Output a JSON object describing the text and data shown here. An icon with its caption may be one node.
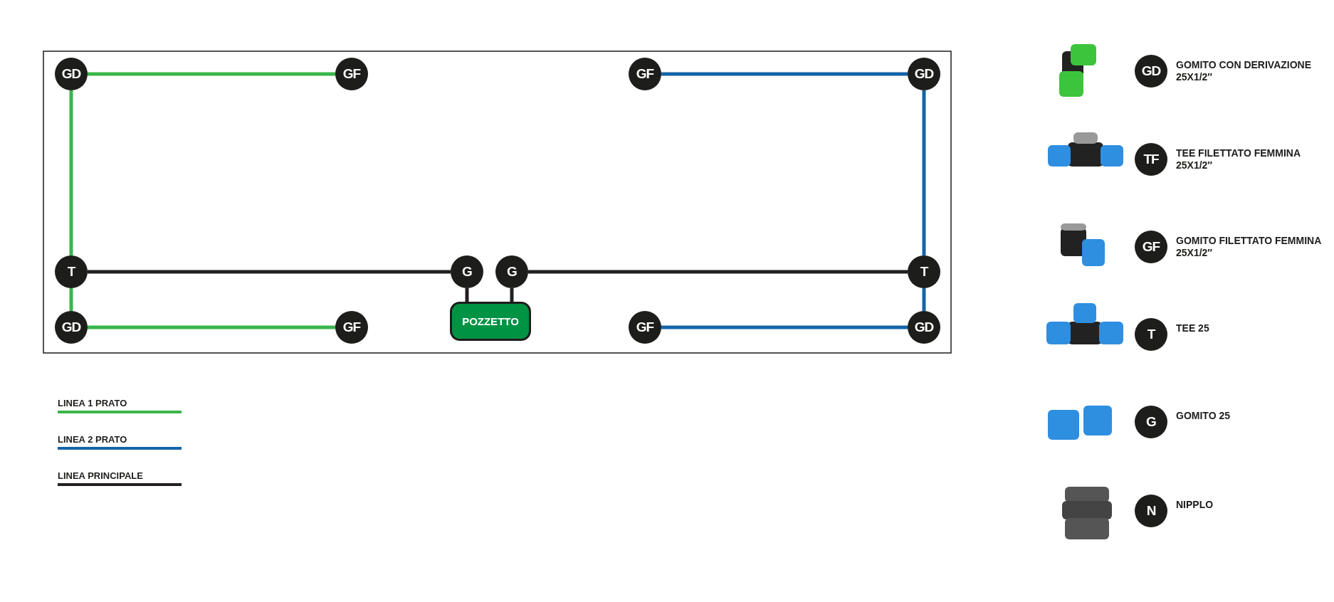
{
  "diagram": {
    "nodes": [
      {
        "text": [
          "GD"
        ]
      },
      {
        "text": [
          "GF"
        ]
      },
      {
        "text": [
          "GF"
        ]
      },
      {
        "text": [
          "GD"
        ]
      },
      {
        "text": [
          "T"
        ]
      },
      {
        "text": [
          "G"
        ]
      },
      {
        "text": [
          "G"
        ]
      },
      {
        "text": [
          "T"
        ]
      },
      {
        "text": [
          "GD"
        ]
      },
      {
        "text": [
          "GF"
        ]
      },
      {
        "text": [
          "POZZETTO"
        ]
      },
      {
        "text": [
          "GF"
        ]
      },
      {
        "text": [
          "GD"
        ]
      },
      {
        "text": [
          "GD"
        ],
        "beside": [
          "GOMITO CON DERIVAZIONE 25X1/2″"
        ]
      },
      {
        "text": [
          "TF"
        ],
        "beside": [
          "TEE FILETTATO FEMMINA 25X1/2″"
        ]
      },
      {
        "text": [
          "GF"
        ],
        "beside": [
          "GOMITO FILETTATO FEMMINA 25X1/2″"
        ]
      },
      {
        "text": [
          "T"
        ],
        "beside": [
          "TEE 25"
        ]
      },
      {
        "text": [
          "G"
        ],
        "beside": [
          "GOMITO 25"
        ]
      },
      {
        "text": [
          "N"
        ],
        "beside": [
          "NIPPLO"
        ]
      }
    ],
    "edges": [
      {
        "from": 0,
        "to": 1,
        "arrow": "none",
        "color": "#3ab54a"
      },
      {
        "from": 0,
        "to": 4,
        "arrow": "none",
        "color": "#3ab54a"
      },
      {
        "from": 4,
        "to": 8,
        "arrow": "none",
        "color": "#3ab54a"
      },
      {
        "from": 8,
        "to": 9,
        "arrow": "none",
        "color": "#3ab54a"
      },
      {
        "from": 2,
        "to": 3,
        "arrow": "none",
        "color": "#1565a8"
      },
      {
        "from": 3,
        "to": 7,
        "arrow": "none",
        "color": "#1565a8"
      },
      {
        "from": 7,
        "to": 12,
        "arrow": "none",
        "color": "#1565a8"
      },
      {
        "from": 11,
        "to": 12,
        "arrow": "none",
        "color": "#1565a8"
      },
      {
        "from": 4,
        "to": 5,
        "arrow": "none",
        "color": "#231f20"
      },
      {
        "from": 6,
        "to": 7,
        "arrow": "none",
        "color": "#231f20"
      },
      {
        "from": 5,
        "to": 10,
        "arrow": "none",
        "color": "#231f20"
      },
      {
        "from": 6,
        "to": 10,
        "arrow": "none",
        "color": "#231f20"
      }
    ],
    "legend": [
      {
        "text": "LINEA 1 PRATO"
      },
      {
        "text": "LINEA 2 PRATO"
      },
      {
        "text": "LINEA PRINCIPALE"
      }
    ]
  }
}
